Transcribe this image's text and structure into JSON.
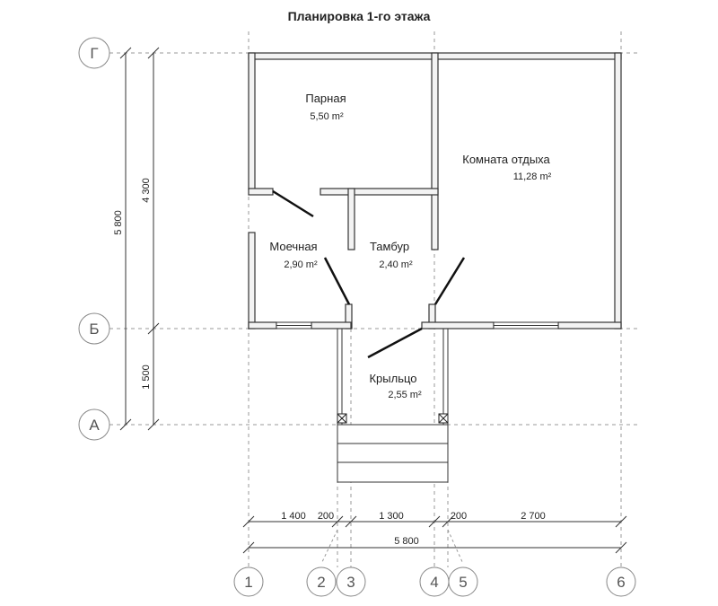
{
  "title": "Планировка 1-го этажа",
  "rooms": [
    {
      "name": "Парная",
      "area": "5,50 m²"
    },
    {
      "name": "Комната отдыха",
      "area": "11,28 m²"
    },
    {
      "name": "Моечная",
      "area": "2,90 m²"
    },
    {
      "name": "Тамбур",
      "area": "2,40 m²"
    },
    {
      "name": "Крыльцо",
      "area": "2,55 m²"
    }
  ],
  "row_axes": [
    "Г",
    "Б",
    "А"
  ],
  "column_axes": [
    "1",
    "2",
    "3",
    "4",
    "5",
    "6"
  ],
  "vertical_dimensions": {
    "outer": "5 800",
    "upper": "4 300",
    "lower": "1 500"
  },
  "horizontal_dimensions": {
    "segments": [
      "1 400",
      "200",
      "1 300",
      "200",
      "2 700"
    ],
    "total": "5 800"
  },
  "colors": {
    "wall": "#f3f3f3",
    "wall_stroke": "#333333",
    "axis": "#9a9a9a",
    "line": "#222222"
  }
}
